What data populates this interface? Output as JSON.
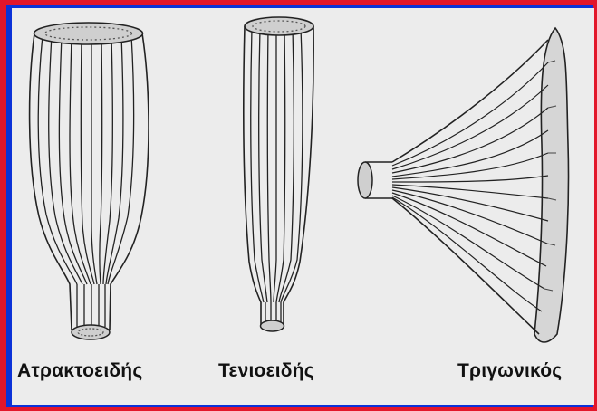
{
  "colors": {
    "outer_border": "#e2162a",
    "inner_border": "#0b32d8",
    "panel": "#ececec",
    "ink": "#111111"
  },
  "figures": [
    {
      "id": "fusiform",
      "caption": "Ατρακτοειδής"
    },
    {
      "id": "strap",
      "caption": "Τενιοειδής"
    },
    {
      "id": "triangular",
      "caption": "Τριγωνικός"
    }
  ]
}
